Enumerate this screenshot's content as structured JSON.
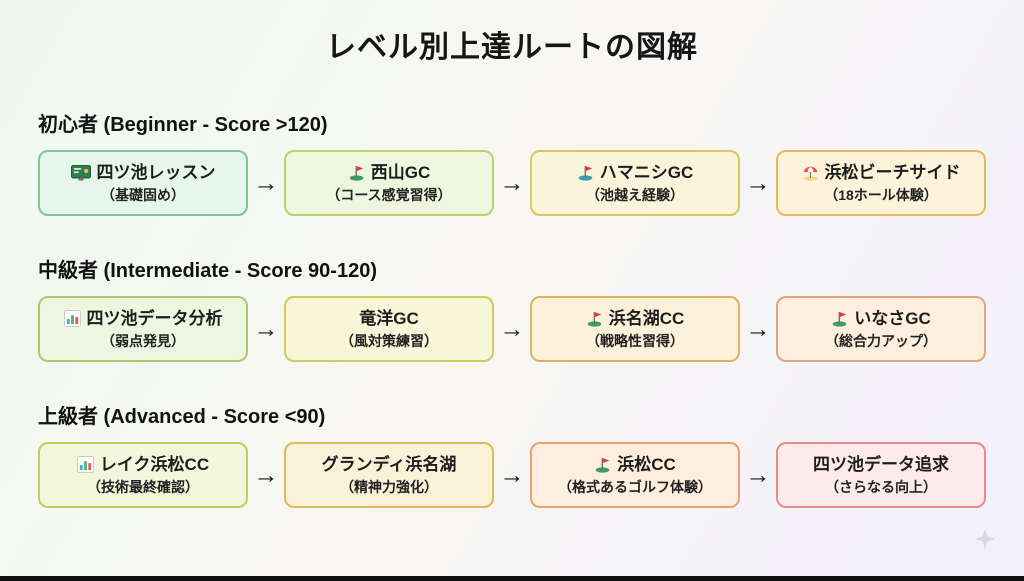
{
  "title": "レベル別上達ルートの図解",
  "arrow_glyph": "→",
  "watermark_icon": "sparkle-icon",
  "sections": [
    {
      "header": "初心者 (Beginner - Score >120)",
      "nodes": [
        {
          "icon": "classroom-icon",
          "name": "四ツ池レッスン",
          "desc": "（基礎固め）",
          "bg": "#e7f6ec",
          "border": "#7dc698"
        },
        {
          "icon": "golf-flag-icon",
          "name": "西山GC",
          "desc": "（コース感覚習得）",
          "bg": "#eff6df",
          "border": "#bcd06c"
        },
        {
          "icon": "golf-flag-icon",
          "name": "ハマニシGC",
          "desc": "（池越え経験）",
          "bg": "#faf5da",
          "border": "#d9c75f"
        },
        {
          "icon": "beach-umbrella-icon",
          "name": "浜松ビーチサイド",
          "desc": "（18ホール体験）",
          "bg": "#fcf3da",
          "border": "#e3b95c"
        }
      ]
    },
    {
      "header": "中級者 (Intermediate - Score 90-120)",
      "nodes": [
        {
          "icon": "bar-chart-icon",
          "name": "四ツ池データ分析",
          "desc": "（弱点発見）",
          "bg": "#edf6e0",
          "border": "#a9cb67"
        },
        {
          "icon": null,
          "name": "竜洋GC",
          "desc": "（風対策練習）",
          "bg": "#f7f6d8",
          "border": "#d2cb5a"
        },
        {
          "icon": "golf-flag-icon",
          "name": "浜名湖CC",
          "desc": "（戦略性習得）",
          "bg": "#fbf1da",
          "border": "#dcb25f"
        },
        {
          "icon": "golf-flag-icon",
          "name": "いなさGC",
          "desc": "（総合力アップ）",
          "bg": "#fdeede",
          "border": "#e4a37f"
        }
      ]
    },
    {
      "header": "上級者 (Advanced - Score <90)",
      "nodes": [
        {
          "icon": "bar-chart-icon",
          "name": "レイク浜松CC",
          "desc": "（技術最終確認）",
          "bg": "#f2f7dc",
          "border": "#c3cd5e"
        },
        {
          "icon": null,
          "name": "グランディ浜名湖",
          "desc": "（精神力強化）",
          "bg": "#faf2d8",
          "border": "#dcba58"
        },
        {
          "icon": "golf-flag-icon",
          "name": "浜松CC",
          "desc": "（格式あるゴルフ体験）",
          "bg": "#fdeedd",
          "border": "#e5a275"
        },
        {
          "icon": null,
          "name": "四ツ池データ追求",
          "desc": "（さらなる向上）",
          "bg": "#fdeaea",
          "border": "#ea8a8a"
        }
      ]
    }
  ]
}
